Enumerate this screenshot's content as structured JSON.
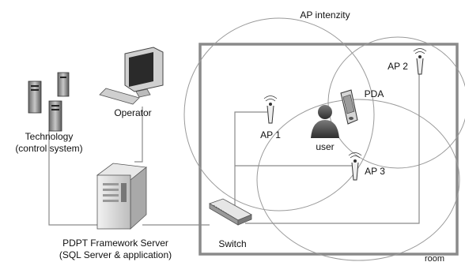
{
  "labels": {
    "ap_intenzity": "AP intenzity",
    "ap1": "AP 1",
    "ap2": "AP 2",
    "ap3": "AP 3",
    "pda": "PDA",
    "user": "user",
    "operator": "Operator",
    "technology_line1": "Technology",
    "technology_line2": "(control system)",
    "server_line1": "PDPT Framework Server",
    "server_line2": "(SQL Server & application)",
    "switch": "Switch",
    "room": "room"
  },
  "colors": {
    "room_border": "#8a8a8a",
    "wire": "#8a8a8a",
    "range_circle": "#9a9a9a",
    "device_dark": "#4a4a4a",
    "device_light": "#d9d9d9"
  }
}
